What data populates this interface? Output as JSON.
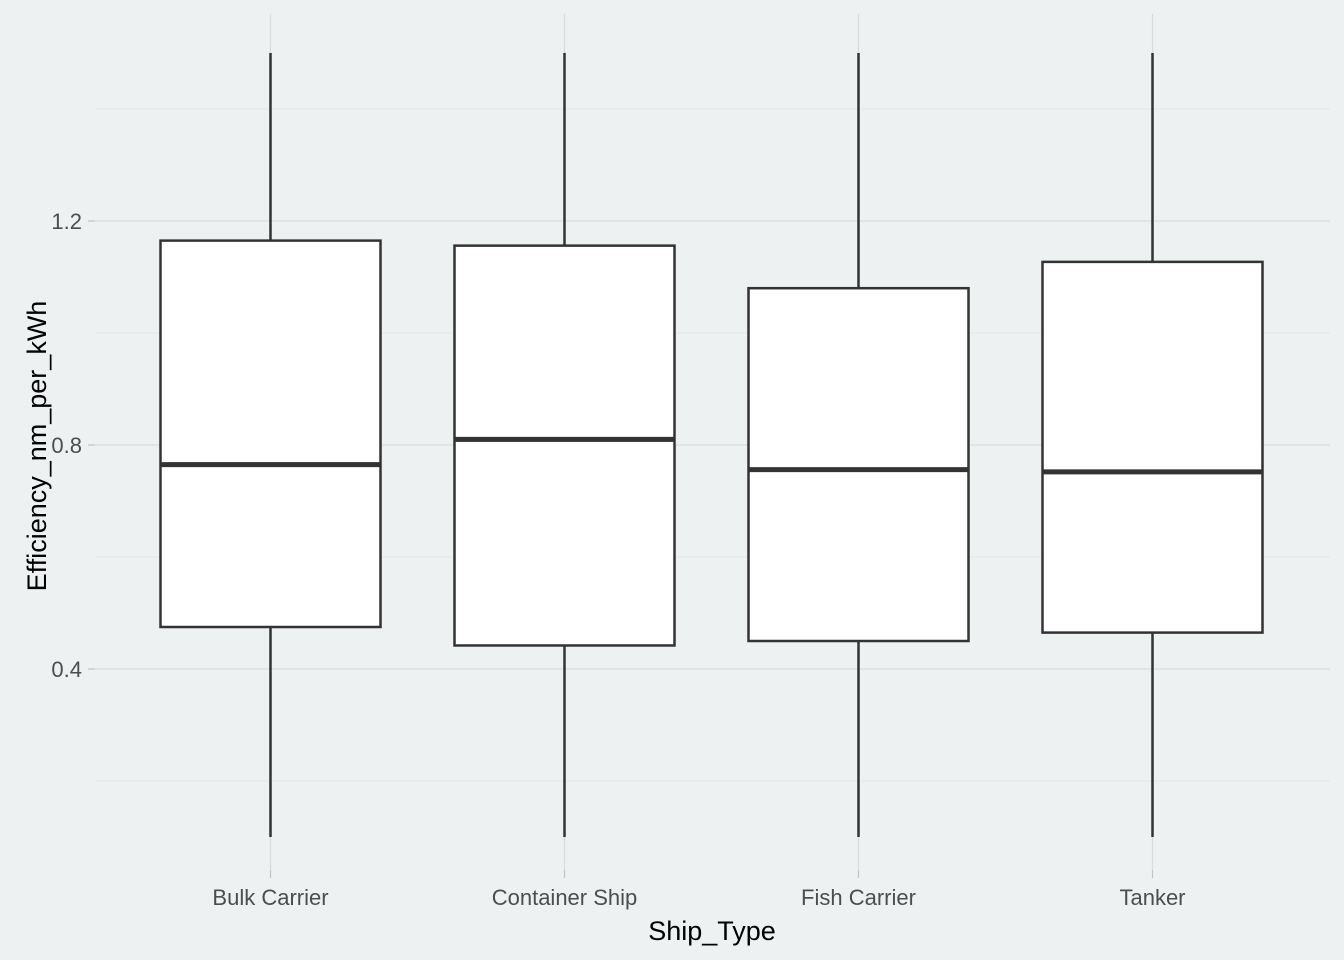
{
  "chart_data": {
    "type": "boxplot",
    "title": "",
    "xlabel": "Ship_Type",
    "ylabel": "Efficiency_nm_per_kWh",
    "ylim": [
      0.1,
      1.6
    ],
    "y_ticks": [
      0.4,
      0.8,
      1.2
    ],
    "y_tick_labels": [
      "0.4",
      "0.8",
      "1.2"
    ],
    "y_minor_ticks": [
      0.2,
      0.6,
      1.0,
      1.4
    ],
    "grid": true,
    "legend": "none",
    "categories": [
      "Bulk Carrier",
      "Container Ship",
      "Fish Carrier",
      "Tanker"
    ],
    "boxes": [
      {
        "category": "Bulk Carrier",
        "min": 0.1,
        "q1": 0.475,
        "median": 0.765,
        "q3": 1.165,
        "max": 1.5
      },
      {
        "category": "Container Ship",
        "min": 0.1,
        "q1": 0.442,
        "median": 0.81,
        "q3": 1.156,
        "max": 1.5
      },
      {
        "category": "Fish Carrier",
        "min": 0.1,
        "q1": 0.45,
        "median": 0.756,
        "q3": 1.08,
        "max": 1.5
      },
      {
        "category": "Tanker",
        "min": 0.1,
        "q1": 0.465,
        "median": 0.752,
        "q3": 1.127,
        "max": 1.5
      }
    ],
    "colors": {
      "panel_background": "#edf1f2",
      "box_fill": "#ffffff",
      "box_stroke": "#333333"
    }
  }
}
